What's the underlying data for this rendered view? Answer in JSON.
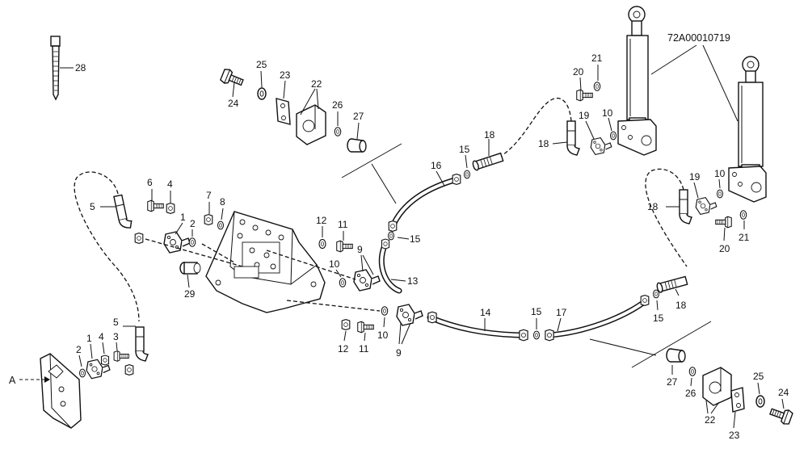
{
  "diagram": {
    "part_code": "72A00010719",
    "view_marker": "A",
    "callouts": [
      "28",
      "25",
      "23",
      "22",
      "24",
      "26",
      "27",
      "21",
      "20",
      "10",
      "19",
      "18",
      "18",
      "15",
      "16",
      "6",
      "4",
      "7",
      "8",
      "1",
      "5",
      "2",
      "12",
      "11",
      "9",
      "15",
      "19",
      "10",
      "18",
      "20",
      "21",
      "10",
      "13",
      "29",
      "14",
      "15",
      "17",
      "18",
      "15",
      "5",
      "1",
      "4",
      "3",
      "2",
      "12",
      "11",
      "10",
      "9",
      "27",
      "25",
      "26",
      "24",
      "22",
      "23"
    ]
  }
}
